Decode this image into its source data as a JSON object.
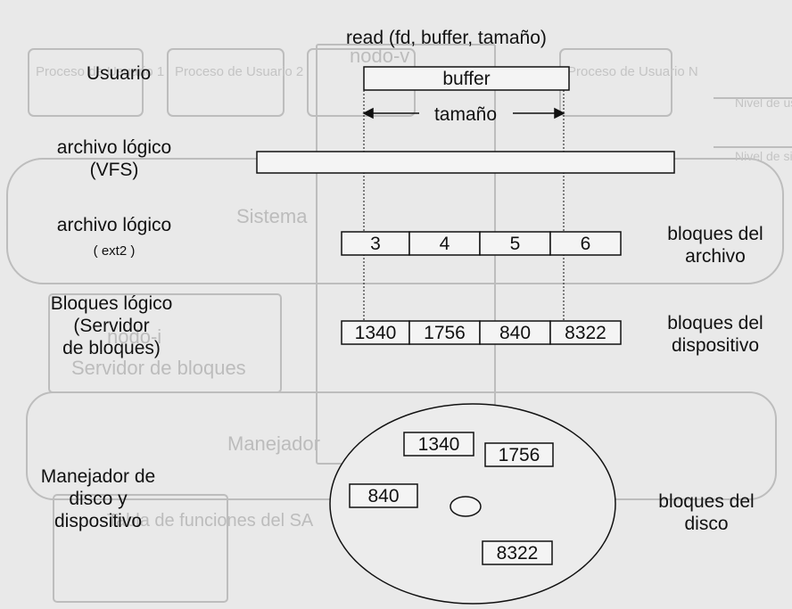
{
  "diagram": {
    "title": "read (fd, buffer, tamaño)",
    "buffer_label": "buffer",
    "size_label": "tamaño",
    "levels": {
      "usuario": "Usuario",
      "vfs_line1": "archivo lógico",
      "vfs_line2": "(VFS)",
      "ext2_line1": "archivo lógico",
      "ext2_line2": "( ext2 )",
      "bloques_line1": "Bloques lógico",
      "bloques_line2": "(Servidor",
      "bloques_line3": "de bloques)",
      "manejador_line1": "Manejador de",
      "manejador_line2": "disco y",
      "manejador_line3": "dispositivo"
    },
    "right_labels": {
      "archivo_line1": "bloques del",
      "archivo_line2": "archivo",
      "dispositivo_line1": "bloques del",
      "dispositivo_line2": "dispositivo",
      "disco_line1": "bloques del",
      "disco_line2": "disco"
    },
    "file_blocks": [
      "3",
      "4",
      "5",
      "6"
    ],
    "device_blocks": [
      "1340",
      "1756",
      "840",
      "8322"
    ],
    "disk_blocks": [
      "1340",
      "1756",
      "840",
      "8322"
    ],
    "background_text": {
      "nodo_v": "nodo-v",
      "sistema": "Sistema",
      "proc1": "Proceso de Usuario 1",
      "proc2": "Proceso de Usuario 2",
      "procN": "Proceso de Usuario N",
      "nivel1": "Nivel de usuario",
      "nivel2": "Nivel de sistema",
      "manejador": "Manejador",
      "nodo_i": "nodo-i",
      "servidor": "Servidor de bloques",
      "tabla": "Tabla de funciones del SA"
    }
  }
}
